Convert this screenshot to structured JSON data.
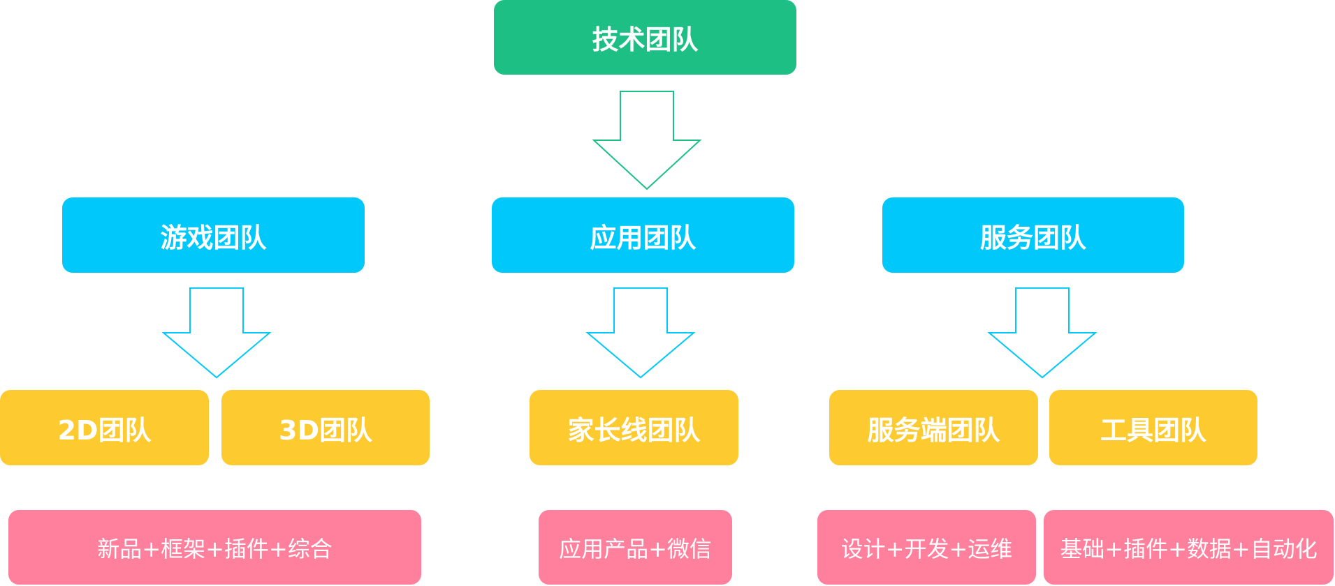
{
  "root": {
    "label": "技术团队"
  },
  "teams": [
    {
      "label": "游戏团队"
    },
    {
      "label": "应用团队"
    },
    {
      "label": "服务团队"
    }
  ],
  "subteams": [
    "2D团队",
    "3D团队",
    "家长线团队",
    "服务端团队",
    "工具团队"
  ],
  "scopes": [
    "新品+框架+插件+综合",
    "应用产品+微信",
    "设计+开发+运维",
    "基础+插件+数据+自动化"
  ],
  "colors": {
    "root": "#1dbf85",
    "team": "#00c8fa",
    "sub": "#fdcb2f",
    "scope": "#ff809d",
    "arrow_root": "#1dbf85",
    "arrow_team": "#00c8fa",
    "text": "#ffffff"
  }
}
